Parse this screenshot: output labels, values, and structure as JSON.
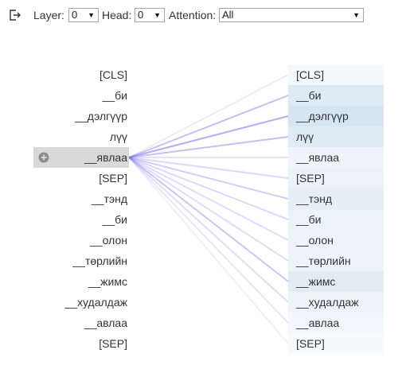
{
  "toolbar": {
    "layer_label": "Layer:",
    "layer_value": "0",
    "head_label": "Head:",
    "head_value": "0",
    "attention_label": "Attention:",
    "attention_value": "All"
  },
  "icons": {
    "export": "exit-arrow-icon",
    "expand": "plus-circle-icon",
    "dropdown": "triangle-down-icon"
  },
  "colors": {
    "line": "#7b6fe8",
    "selected_bg": "#d9d9d9",
    "attention_bg": "#2a7ab8"
  },
  "selected_index": 4,
  "tokens": [
    {
      "text": "[CLS]"
    },
    {
      "text": "__би"
    },
    {
      "text": "__дэлгүүр"
    },
    {
      "text": "лүү"
    },
    {
      "text": "__явлаа"
    },
    {
      "text": "[SEP]"
    },
    {
      "text": "__тэнд"
    },
    {
      "text": "__би"
    },
    {
      "text": "__олон"
    },
    {
      "text": "__төрлийн"
    },
    {
      "text": "__жимс"
    },
    {
      "text": "__худалдаж"
    },
    {
      "text": "__авлаа"
    },
    {
      "text": "[SEP]"
    }
  ],
  "attention_weights": [
    0.04,
    0.22,
    0.3,
    0.22,
    0.08,
    0.12,
    0.16,
    0.12,
    0.1,
    0.1,
    0.2,
    0.1,
    0.06,
    0.02
  ]
}
